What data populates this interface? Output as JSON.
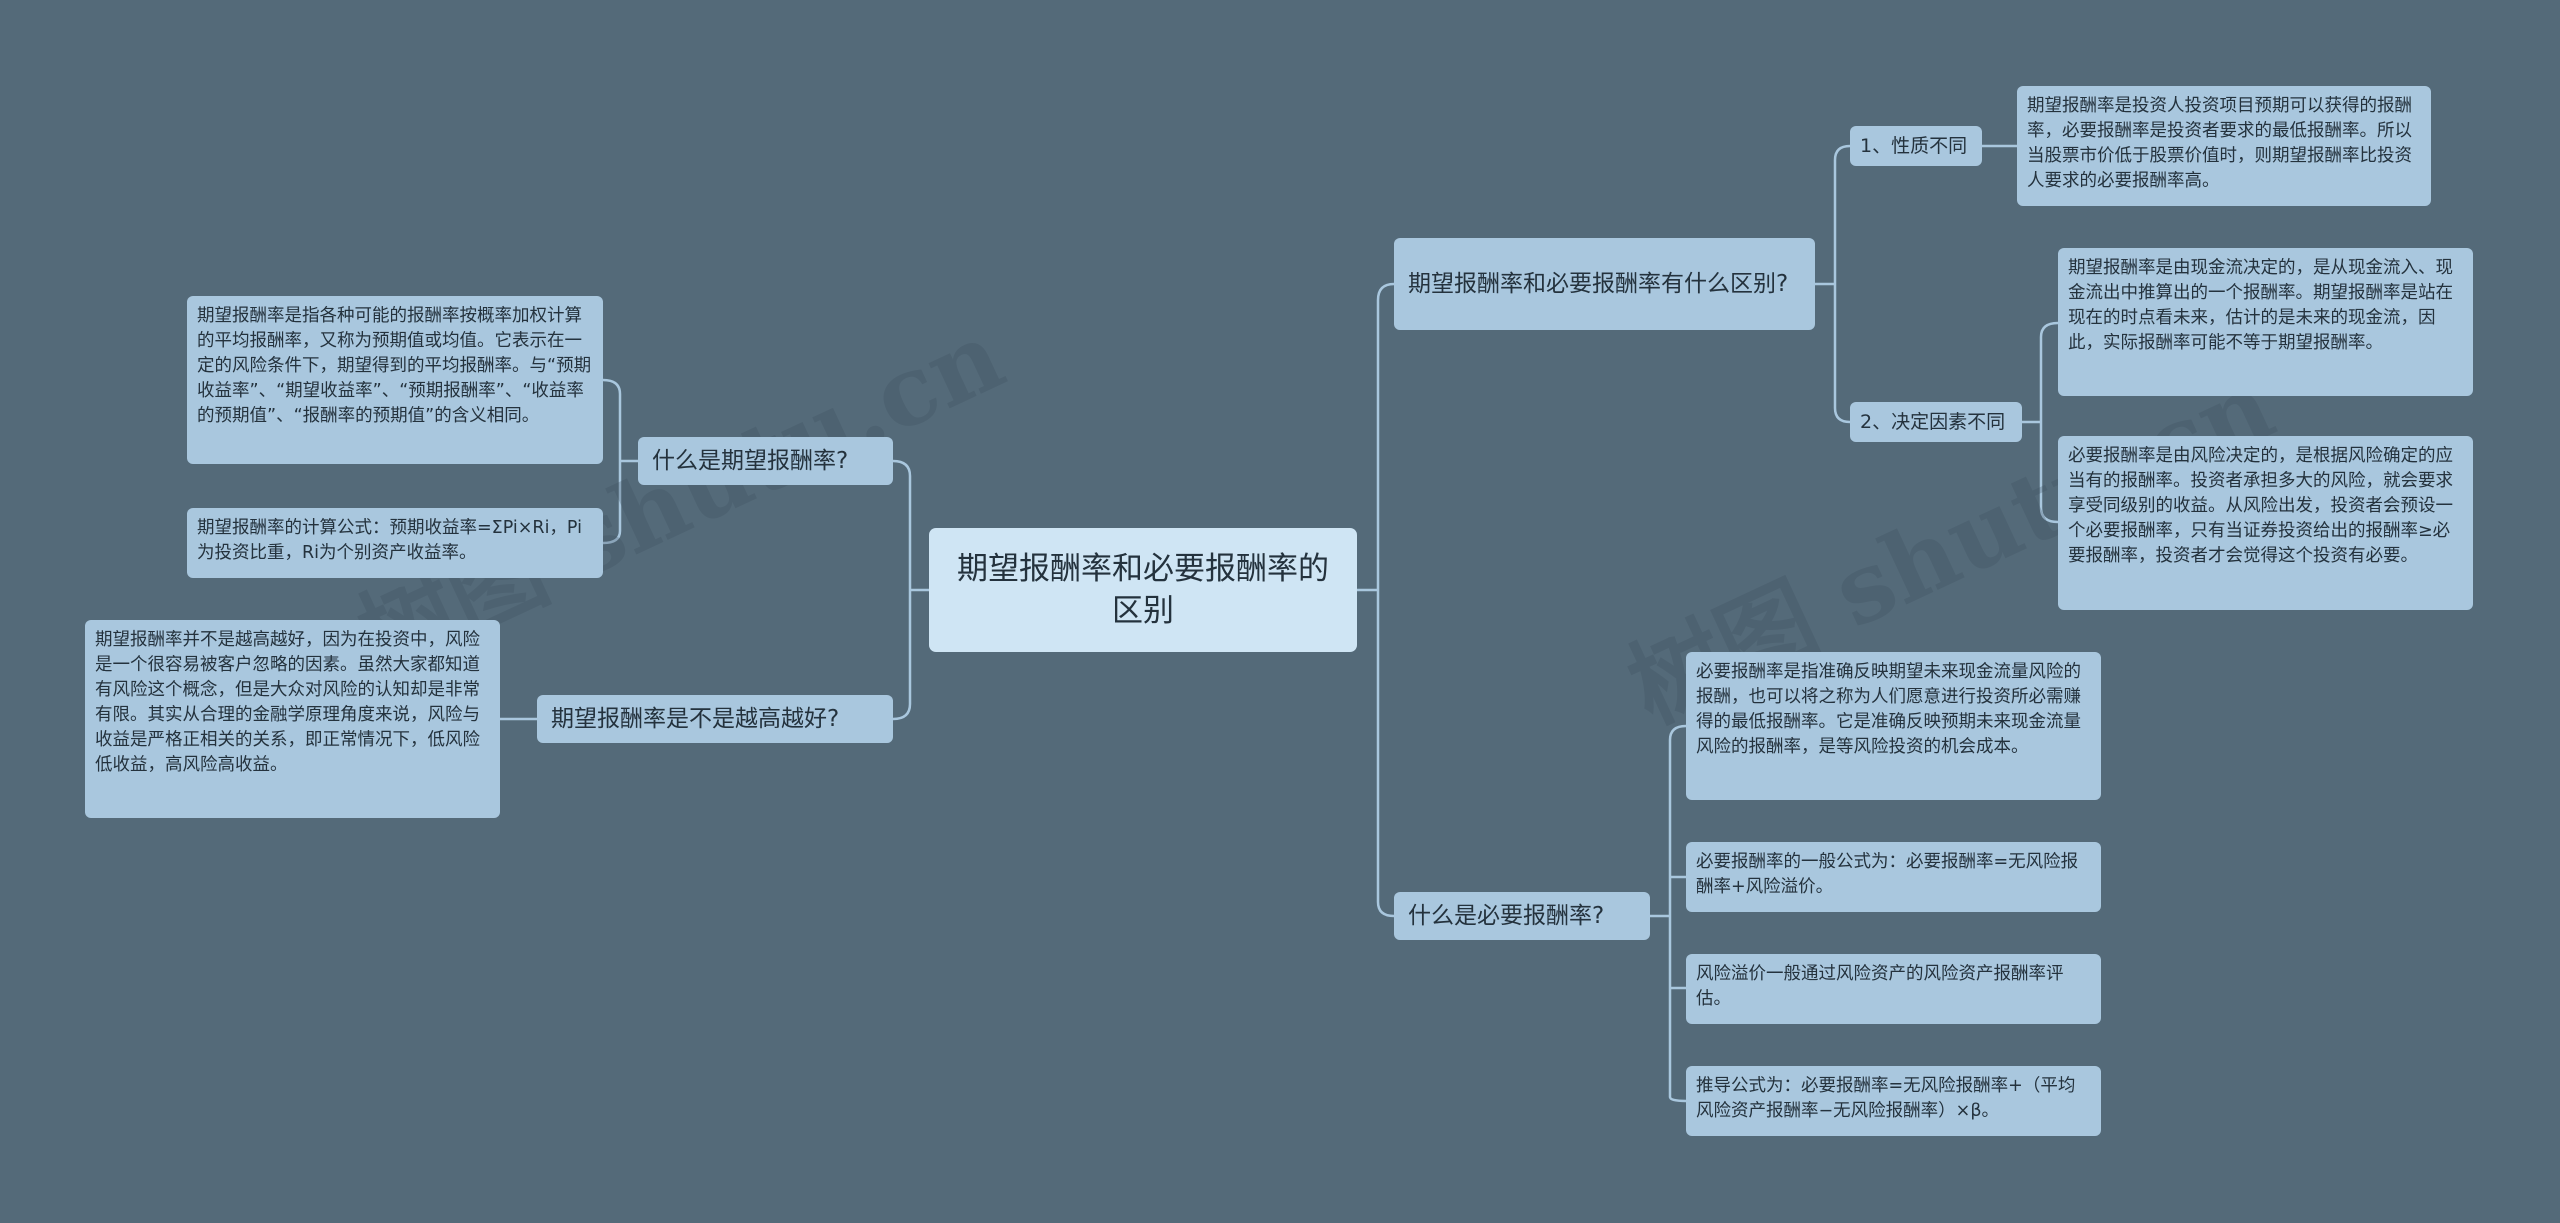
{
  "root": {
    "title": "期望报酬率和必要报酬率的区别"
  },
  "watermark": "树图 shutu.cn",
  "right": {
    "difference": {
      "label": "期望报酬率和必要报酬率有什么区别?",
      "nature": {
        "label": "1、性质不同",
        "text": "期望报酬率是投资人投资项目预期可以获得的报酬率，必要报酬率是投资者要求的最低报酬率。所以当股票市价低于股票价值时，则期望报酬率比投资人要求的必要报酬率高。"
      },
      "factors": {
        "label": "2、决定因素不同",
        "text1": "期望报酬率是由现金流决定的，是从现金流入、现金流出中推算出的一个报酬率。期望报酬率是站在现在的时点看未来，估计的是未来的现金流，因此，实际报酬率可能不等于期望报酬率。",
        "text2": "必要报酬率是由风险决定的，是根据风险确定的应当有的报酬率。投资者承担多大的风险，就会要求享受同级别的收益。从风险出发，投资者会预设一个必要报酬率，只有当证券投资给出的报酬率≥必要报酬率，投资者才会觉得这个投资有必要。"
      }
    },
    "required": {
      "label": "什么是必要报酬率?",
      "leaves": [
        "必要报酬率是指准确反映期望未来现金流量风险的报酬，也可以将之称为人们愿意进行投资所必需赚得的最低报酬率。它是准确反映预期未来现金流量风险的报酬率，是等风险投资的机会成本。",
        "必要报酬率的一般公式为：必要报酬率=无风险报酬率+风险溢价。",
        "风险溢价一般通过风险资产的风险资产报酬率评估。",
        "推导公式为：必要报酬率=无风险报酬率+（平均风险资产报酬率−无风险报酬率）×β。"
      ]
    }
  },
  "left": {
    "expected": {
      "label": "什么是期望报酬率?",
      "leaves": [
        "期望报酬率是指各种可能的报酬率按概率加权计算的平均报酬率，又称为预期值或均值。它表示在一定的风险条件下，期望得到的平均报酬率。与“预期收益率”、“期望收益率”、“预期报酬率”、“收益率的预期值”、“报酬率的预期值”的含义相同。",
        "期望报酬率的计算公式：预期收益率=ΣPi×Ri，Pi为投资比重，Ri为个别资产收益率。"
      ]
    },
    "higher": {
      "label": "期望报酬率是不是越高越好?",
      "text": "期望报酬率并不是越高越好，因为在投资中，风险是一个很容易被客户忽略的因素。虽然大家都知道有风险这个概念，但是大众对风险的认知却是非常有限。其实从合理的金融学原理角度来说，风险与收益是严格正相关的关系，即正常情况下，低风险低收益，高风险高收益。"
    }
  }
}
